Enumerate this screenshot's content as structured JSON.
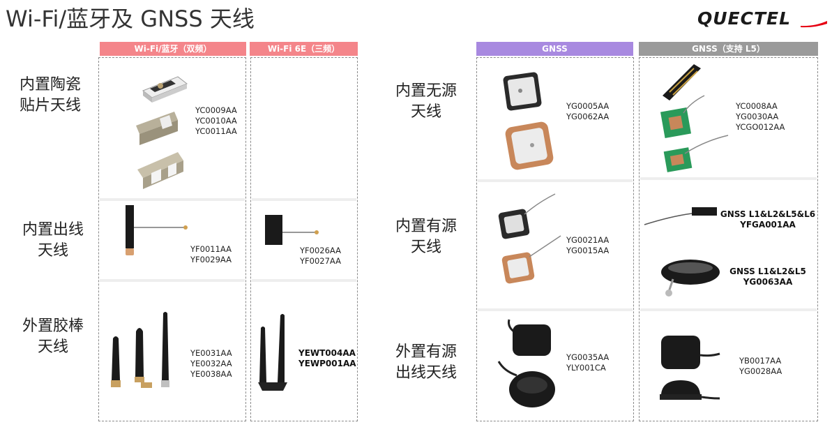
{
  "title": "Wi-Fi/蓝牙及 GNSS 天线",
  "brand": {
    "logo_text": "QUECTEL",
    "colors": {
      "accent": "#e60012",
      "dark": "#1a1a1a"
    }
  },
  "columns": {
    "wifi_bt": "Wi-Fi/蓝牙（双频）",
    "wifi6e": "Wi-Fi 6E（三频）",
    "gnss": "GNSS",
    "gnss_l5": "GNSS（支持 L5）"
  },
  "colors": {
    "pink_header": "#f4858a",
    "purple_header": "#a889e0",
    "gray_header": "#9a9a9a"
  },
  "left_rows": [
    {
      "label_line1": "内置陶瓷",
      "label_line2": "贴片天线",
      "wifi_bt_parts": [
        "YC0009AA",
        "YC0010AA",
        "YC0011AA"
      ],
      "wifi6e_parts": []
    },
    {
      "label_line1": "内置出线",
      "label_line2": "天线",
      "wifi_bt_parts": [
        "YF0011AA",
        "YF0029AA"
      ],
      "wifi6e_parts": [
        "YF0026AA",
        "YF0027AA"
      ]
    },
    {
      "label_line1": "外置胶棒",
      "label_line2": "天线",
      "wifi_bt_parts": [
        "YE0031AA",
        "YE0032AA",
        "YE0038AA"
      ],
      "wifi6e_parts": [
        "YEWT004AA",
        "YEWP001AA"
      ]
    }
  ],
  "right_rows": [
    {
      "label_line1": "内置无源",
      "label_line2": "天线",
      "gnss_parts": [
        "YG0005AA",
        "YG0062AA"
      ],
      "l5_parts": [
        "YC0008AA",
        "YG0030AA",
        "YCGO012AA"
      ]
    },
    {
      "label_line1": "内置有源",
      "label_line2": "天线",
      "gnss_parts": [
        "YG0021AA",
        "YG0015AA"
      ],
      "l5_groups": [
        {
          "band": "GNSS L1&L2&L5&L6",
          "part": "YFGA001AA"
        },
        {
          "band": "GNSS L1&L2&L5",
          "part": "YG0063AA"
        }
      ]
    },
    {
      "label_line1": "外置有源",
      "label_line2": "出线天线",
      "gnss_parts": [
        "YG0035AA",
        "YLY001CA"
      ],
      "l5_parts": [
        "YB0017AA",
        "YG0028AA"
      ]
    }
  ],
  "icons": [
    "ceramic-chip-antenna-icon",
    "fpc-antenna-icon",
    "rubber-duck-antenna-icon",
    "patch-antenna-icon",
    "puck-antenna-icon",
    "magnetic-mount-antenna-icon",
    "quectel-logo"
  ]
}
